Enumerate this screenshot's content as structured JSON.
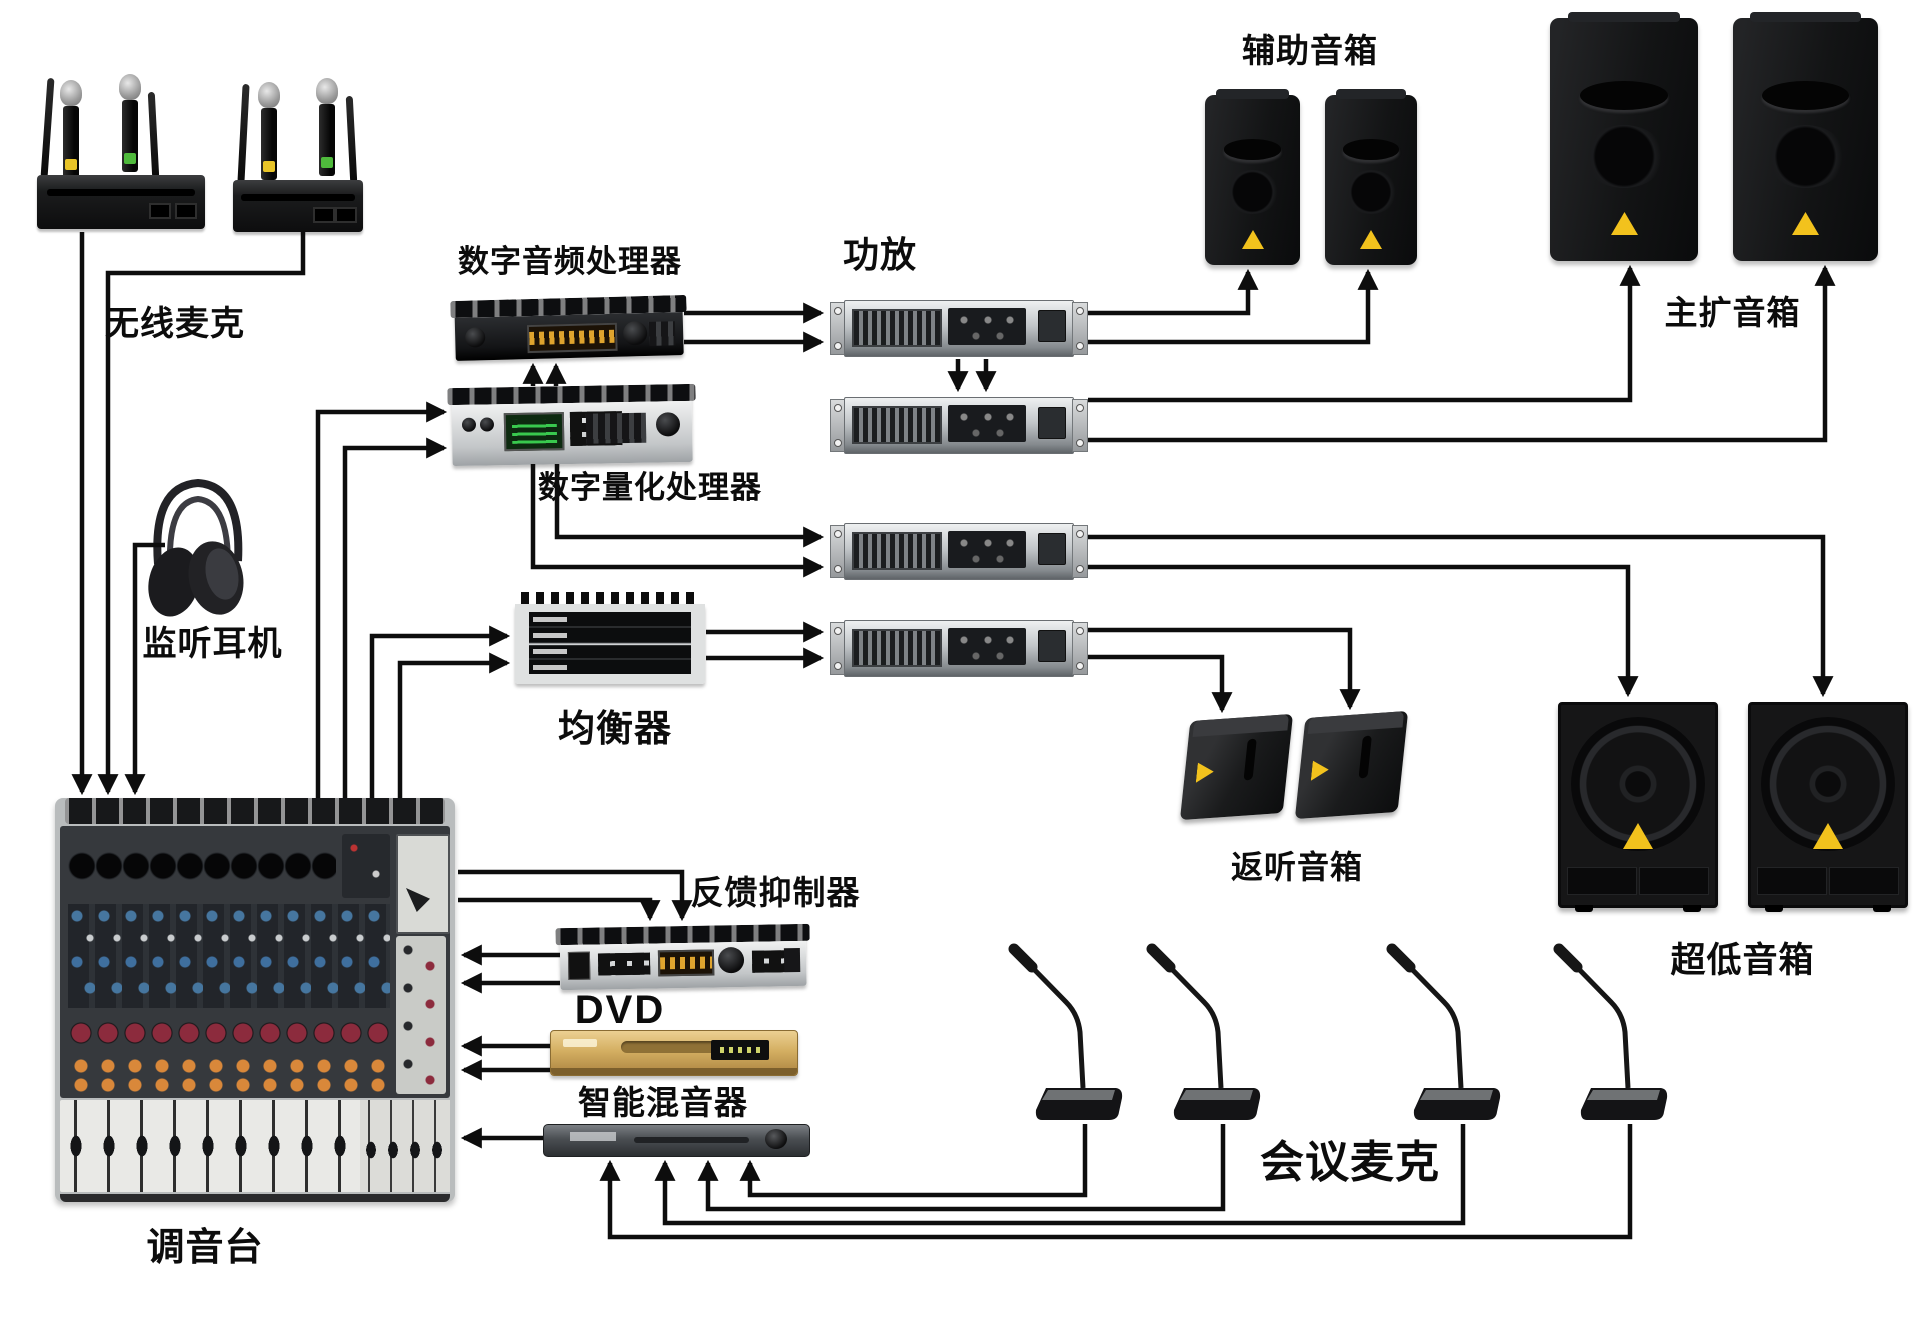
{
  "labels": {
    "wireless_mic": "无线麦克",
    "monitor_headphones": "监听耳机",
    "mixer": "调音台",
    "digital_audio_processor": "数字音频处理器",
    "digital_quantization_processor": "数字量化处理器",
    "equalizer": "均衡器",
    "power_amp": "功放",
    "aux_speakers": "辅助音箱",
    "main_speakers": "主扩音箱",
    "monitor_speakers": "返听音箱",
    "subwoofers": "超低音箱",
    "feedback_suppressor": "反馈抑制器",
    "dvd": "DVD",
    "smart_mixer": "智能混音器",
    "conference_mic": "会议麦克"
  },
  "colors": {
    "background": "#ffffff",
    "connection_line": "#0d0d0d",
    "warning_triangle_yellow": "#f2c21d",
    "dvd_gold": "#d4af62",
    "rack_silver": "#c3c6c8",
    "speaker_black": "#131415"
  }
}
